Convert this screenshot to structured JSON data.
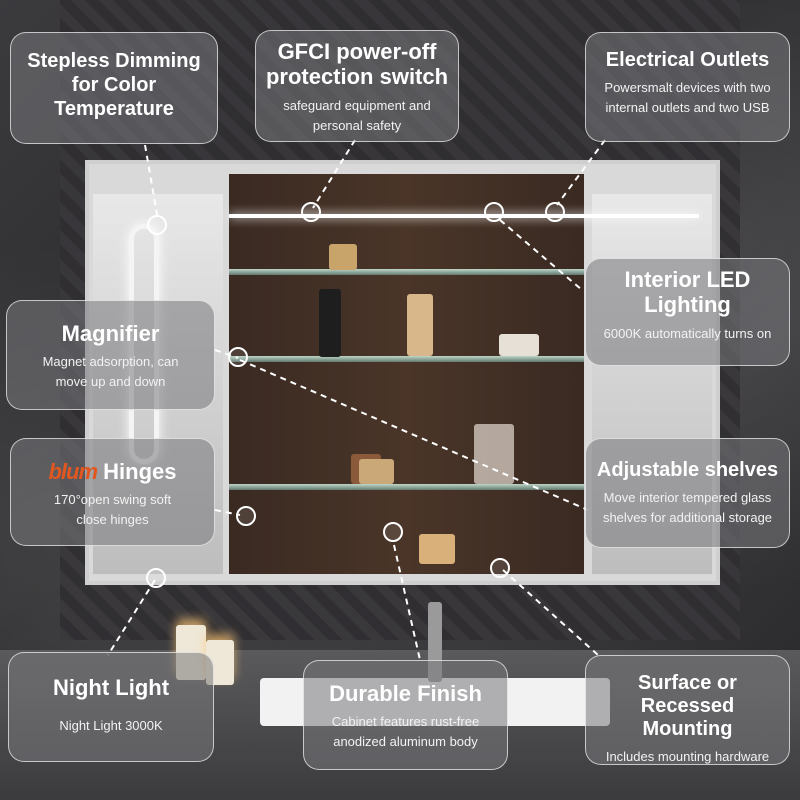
{
  "features": {
    "dimming": {
      "title": "Stepless Dimming for Color Temperature"
    },
    "gfci": {
      "title": "GFCI power-off protection switch",
      "desc": "safeguard equipment and personal safety"
    },
    "outlets": {
      "title": "Electrical Outlets",
      "desc": "Powersmalt devices with two internal outlets and two USB"
    },
    "led": {
      "title": "Interior LED Lighting",
      "desc": "6000K automatically turns on"
    },
    "magnifier": {
      "title": "Magnifier",
      "desc": "Magnet adsorption, can move up and down"
    },
    "hinges": {
      "brand": "blum",
      "title": "Hinges",
      "desc": "170°open swing soft close hinges"
    },
    "shelves": {
      "title": "Adjustable shelves",
      "desc": "Move interior tempered glass shelves for additional storage"
    },
    "night": {
      "title": "Night Light",
      "desc": "Night Light 3000K"
    },
    "finish": {
      "title": "Durable Finish",
      "desc": "Cabinet features rust-free anodized aluminum body"
    },
    "mounting": {
      "title": "Surface or Recessed Mounting",
      "desc": "Includes mounting hardware"
    }
  }
}
